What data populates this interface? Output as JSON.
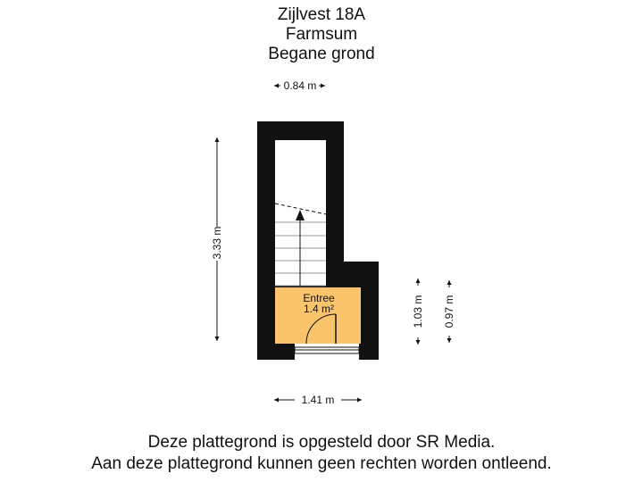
{
  "header": {
    "street": "Zijlvest 18A",
    "city": "Farmsum",
    "floor": "Begane grond"
  },
  "room": {
    "name": "Entree",
    "area": "1.4 m²",
    "fill_color": "#f9c46b"
  },
  "dimensions": {
    "top_width": "0.84 m",
    "left_height": "3.33 m",
    "right_height_1": "1.03 m",
    "right_height_2": "0.97 m",
    "bottom_width": "1.41 m"
  },
  "footer": {
    "line1": "Deze plattegrond is opgesteld door SR Media.",
    "line2": "Aan deze plattegrond kunnen geen rechten worden ontleend."
  }
}
